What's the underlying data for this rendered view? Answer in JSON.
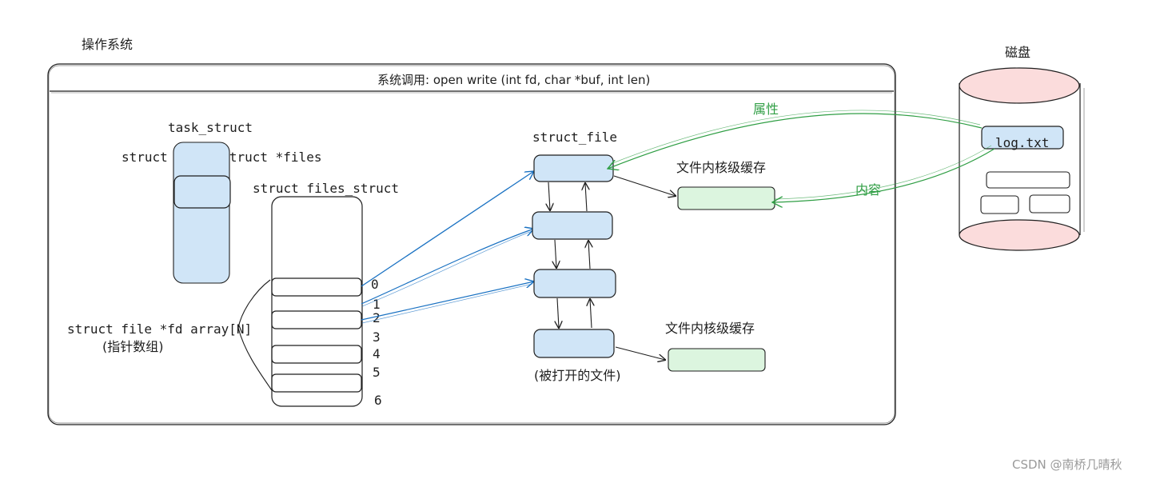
{
  "os": {
    "title": "操作系统",
    "syscall": "系统调用:  open      write (int fd, char *buf, int len)"
  },
  "task": {
    "title": "task_struct",
    "field": "struct files_struct *files"
  },
  "files_struct": {
    "title": "struct files_struct"
  },
  "fd_array": {
    "label": "struct file *fd array[N]",
    "sublabel": "(指针数组)",
    "indices": [
      "0",
      "1",
      "2",
      "3",
      "4",
      "5",
      "6"
    ]
  },
  "struct_file": {
    "title": "struct_file",
    "caption": "(被打开的文件)"
  },
  "kernel_cache": [
    "文件内核级缓存",
    "文件内核级缓存"
  ],
  "disk": {
    "title": "磁盘",
    "file": "log.txt",
    "attr_label": "属性",
    "content_label": "内容"
  },
  "watermark": "CSDN @南桥几晴秋",
  "colors": {
    "blue_fill": "#d0e5f7",
    "green_fill": "#dcf5df",
    "red_fill": "#fbdcdc",
    "blue_arrow": "#1971c2",
    "green_arrow": "#2f9e44",
    "stroke": "#1e1e1e"
  }
}
